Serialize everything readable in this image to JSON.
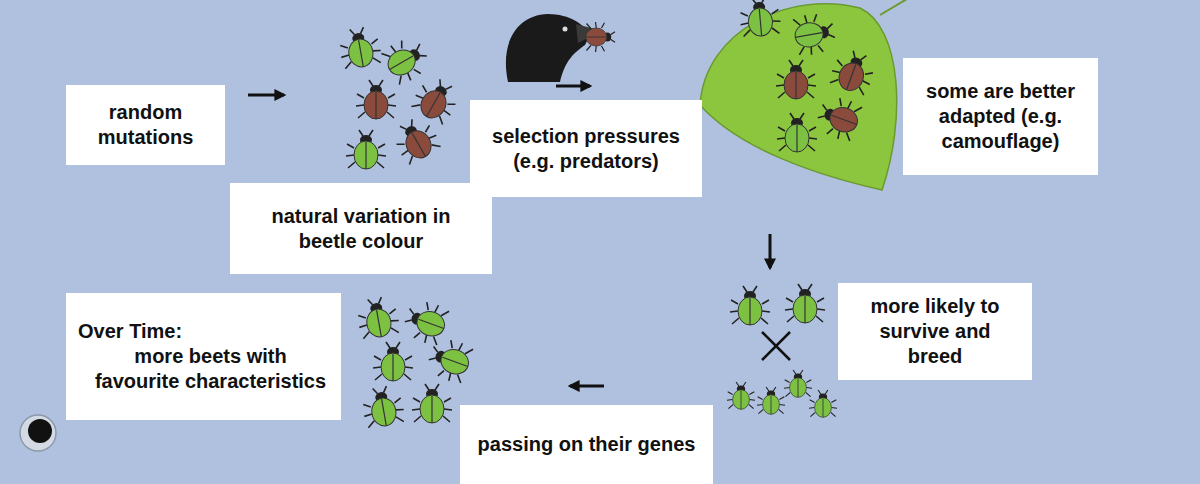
{
  "diagram": {
    "nodes": [
      {
        "text": [
          "random mutations"
        ]
      },
      {
        "text": [
          "natural variation in beetle colour"
        ]
      },
      {
        "text": [
          "selection pressures (e.g. predators)"
        ]
      },
      {
        "text": [
          "some are better adapted (e.g. camouflage)"
        ]
      },
      {
        "text": [
          "more likely to survive and breed"
        ]
      },
      {
        "text": [
          "passing on their genes"
        ]
      },
      {
        "text": [
          "Over Time:",
          "more beets with favourite characteristics"
        ]
      }
    ]
  }
}
